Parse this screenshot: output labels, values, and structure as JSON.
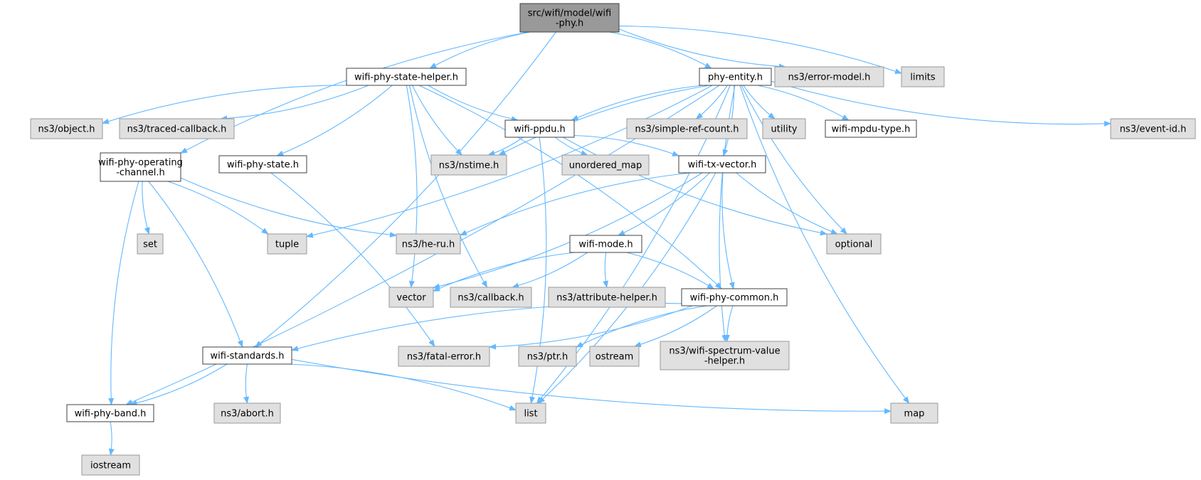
{
  "colors": {
    "edge": "#63b8ff",
    "root_fill": "#999999",
    "internal_fill": "#ffffff",
    "external_fill": "#e0e0e0",
    "border_dark": "#404040",
    "border_external": "#999999",
    "text": "#000000"
  },
  "nodes": [
    {
      "id": "root",
      "lines": [
        "src/wifi/model/wifi",
        "-phy.h"
      ],
      "kind": "root"
    },
    {
      "id": "state_helper",
      "lines": [
        "wifi-phy-state-helper.h"
      ],
      "kind": "internal"
    },
    {
      "id": "phy_entity",
      "lines": [
        "phy-entity.h"
      ],
      "kind": "internal"
    },
    {
      "id": "error_model",
      "lines": [
        "ns3/error-model.h"
      ],
      "kind": "external"
    },
    {
      "id": "limits",
      "lines": [
        "limits"
      ],
      "kind": "external"
    },
    {
      "id": "object",
      "lines": [
        "ns3/object.h"
      ],
      "kind": "external"
    },
    {
      "id": "traced_cb",
      "lines": [
        "ns3/traced-callback.h"
      ],
      "kind": "external"
    },
    {
      "id": "ppdu",
      "lines": [
        "wifi-ppdu.h"
      ],
      "kind": "internal"
    },
    {
      "id": "simple_ref",
      "lines": [
        "ns3/simple-ref-count.h"
      ],
      "kind": "external"
    },
    {
      "id": "utility",
      "lines": [
        "utility"
      ],
      "kind": "external"
    },
    {
      "id": "mpdu_type",
      "lines": [
        "wifi-mpdu-type.h"
      ],
      "kind": "internal"
    },
    {
      "id": "event_id",
      "lines": [
        "ns3/event-id.h"
      ],
      "kind": "external"
    },
    {
      "id": "op_channel",
      "lines": [
        "wifi-phy-operating",
        "-channel.h"
      ],
      "kind": "internal"
    },
    {
      "id": "phy_state",
      "lines": [
        "wifi-phy-state.h"
      ],
      "kind": "internal"
    },
    {
      "id": "nstime",
      "lines": [
        "ns3/nstime.h"
      ],
      "kind": "external"
    },
    {
      "id": "unordered_map",
      "lines": [
        "unordered_map"
      ],
      "kind": "external"
    },
    {
      "id": "tx_vector",
      "lines": [
        "wifi-tx-vector.h"
      ],
      "kind": "internal"
    },
    {
      "id": "set",
      "lines": [
        "set"
      ],
      "kind": "external"
    },
    {
      "id": "tuple",
      "lines": [
        "tuple"
      ],
      "kind": "external"
    },
    {
      "id": "he_ru",
      "lines": [
        "ns3/he-ru.h"
      ],
      "kind": "external"
    },
    {
      "id": "wifi_mode",
      "lines": [
        "wifi-mode.h"
      ],
      "kind": "internal"
    },
    {
      "id": "optional",
      "lines": [
        "optional"
      ],
      "kind": "external"
    },
    {
      "id": "vector",
      "lines": [
        "vector"
      ],
      "kind": "external"
    },
    {
      "id": "callback",
      "lines": [
        "ns3/callback.h"
      ],
      "kind": "external"
    },
    {
      "id": "attr_helper",
      "lines": [
        "ns3/attribute-helper.h"
      ],
      "kind": "external"
    },
    {
      "id": "phy_common",
      "lines": [
        "wifi-phy-common.h"
      ],
      "kind": "internal"
    },
    {
      "id": "standards",
      "lines": [
        "wifi-standards.h"
      ],
      "kind": "internal"
    },
    {
      "id": "fatal_error",
      "lines": [
        "ns3/fatal-error.h"
      ],
      "kind": "external"
    },
    {
      "id": "ptr",
      "lines": [
        "ns3/ptr.h"
      ],
      "kind": "external"
    },
    {
      "id": "ostream",
      "lines": [
        "ostream"
      ],
      "kind": "external"
    },
    {
      "id": "spectrum_helper",
      "lines": [
        "ns3/wifi-spectrum-value",
        "-helper.h"
      ],
      "kind": "external"
    },
    {
      "id": "band",
      "lines": [
        "wifi-phy-band.h"
      ],
      "kind": "internal"
    },
    {
      "id": "abort",
      "lines": [
        "ns3/abort.h"
      ],
      "kind": "external"
    },
    {
      "id": "list",
      "lines": [
        "list"
      ],
      "kind": "external"
    },
    {
      "id": "map",
      "lines": [
        "map"
      ],
      "kind": "external"
    },
    {
      "id": "iostream",
      "lines": [
        "iostream"
      ],
      "kind": "external"
    }
  ],
  "edges": [
    [
      "root",
      "state_helper"
    ],
    [
      "root",
      "phy_entity"
    ],
    [
      "root",
      "error_model"
    ],
    [
      "root",
      "limits"
    ],
    [
      "root",
      "op_channel"
    ],
    [
      "root",
      "standards"
    ],
    [
      "state_helper",
      "object"
    ],
    [
      "state_helper",
      "traced_cb"
    ],
    [
      "state_helper",
      "ppdu"
    ],
    [
      "state_helper",
      "phy_state"
    ],
    [
      "state_helper",
      "nstime"
    ],
    [
      "state_helper",
      "vector"
    ],
    [
      "state_helper",
      "callback"
    ],
    [
      "state_helper",
      "phy_common"
    ],
    [
      "phy_entity",
      "ppdu"
    ],
    [
      "phy_entity",
      "simple_ref"
    ],
    [
      "phy_entity",
      "utility"
    ],
    [
      "phy_entity",
      "mpdu_type"
    ],
    [
      "phy_entity",
      "event_id"
    ],
    [
      "phy_entity",
      "tx_vector"
    ],
    [
      "phy_entity",
      "nstime"
    ],
    [
      "phy_entity",
      "tuple"
    ],
    [
      "phy_entity",
      "optional"
    ],
    [
      "phy_entity",
      "band"
    ],
    [
      "phy_entity",
      "spectrum_helper"
    ],
    [
      "phy_entity",
      "list"
    ],
    [
      "phy_entity",
      "map"
    ],
    [
      "ppdu",
      "nstime"
    ],
    [
      "ppdu",
      "unordered_map"
    ],
    [
      "ppdu",
      "tx_vector"
    ],
    [
      "ppdu",
      "optional"
    ],
    [
      "ppdu",
      "list"
    ],
    [
      "op_channel",
      "set"
    ],
    [
      "op_channel",
      "tuple"
    ],
    [
      "op_channel",
      "he_ru"
    ],
    [
      "op_channel",
      "standards"
    ],
    [
      "op_channel",
      "band"
    ],
    [
      "phy_state",
      "fatal_error"
    ],
    [
      "tx_vector",
      "he_ru"
    ],
    [
      "tx_vector",
      "wifi_mode"
    ],
    [
      "tx_vector",
      "optional"
    ],
    [
      "tx_vector",
      "vector"
    ],
    [
      "tx_vector",
      "phy_common"
    ],
    [
      "tx_vector",
      "list"
    ],
    [
      "wifi_mode",
      "vector"
    ],
    [
      "wifi_mode",
      "callback"
    ],
    [
      "wifi_mode",
      "attr_helper"
    ],
    [
      "wifi_mode",
      "phy_common"
    ],
    [
      "phy_common",
      "standards"
    ],
    [
      "phy_common",
      "fatal_error"
    ],
    [
      "phy_common",
      "ptr"
    ],
    [
      "phy_common",
      "ostream"
    ],
    [
      "phy_common",
      "spectrum_helper"
    ],
    [
      "standards",
      "band"
    ],
    [
      "standards",
      "abort"
    ],
    [
      "standards",
      "list"
    ],
    [
      "standards",
      "map"
    ],
    [
      "band",
      "iostream"
    ]
  ]
}
